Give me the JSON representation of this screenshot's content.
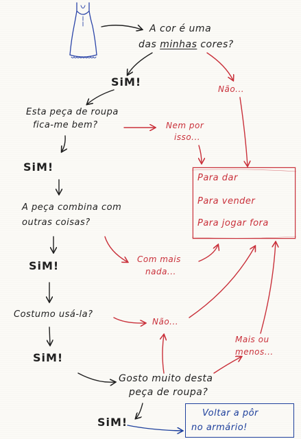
{
  "q1_line1": "A cor é uma",
  "q1_line2a": "das ",
  "q1_line2b": "minhas",
  "q1_line2c": " cores?",
  "yes1": "SiM!",
  "no1": "Não...",
  "q2_line1": "Esta peça de roupa",
  "q2_line2": "fica-me bem?",
  "no2_line1": "Nem por",
  "no2_line2": "isso...",
  "yes2": "SiM!",
  "box": [
    "Para dar",
    "Para vender",
    "Para jogar fora"
  ],
  "q3_line1": "A peça combina com",
  "q3_line2": "outras coisas?",
  "no3_line1": "Com mais",
  "no3_line2": "nada...",
  "yes3": "SiM!",
  "q4": "Costumo usá-la?",
  "no4": "Não...",
  "yes4": "SiM!",
  "no5_line1": "Mais ou",
  "no5_line2": "menos...",
  "q5_line1": "Gosto muito desta",
  "q5_line2": "peça de roupa?",
  "yes5": "SiM!",
  "final_line1": "Voltar a pôr",
  "final_line2": "no armário!",
  "colors": {
    "ink": "#1f1f1f",
    "no": "#c9303a",
    "final": "#1d3f9c"
  }
}
